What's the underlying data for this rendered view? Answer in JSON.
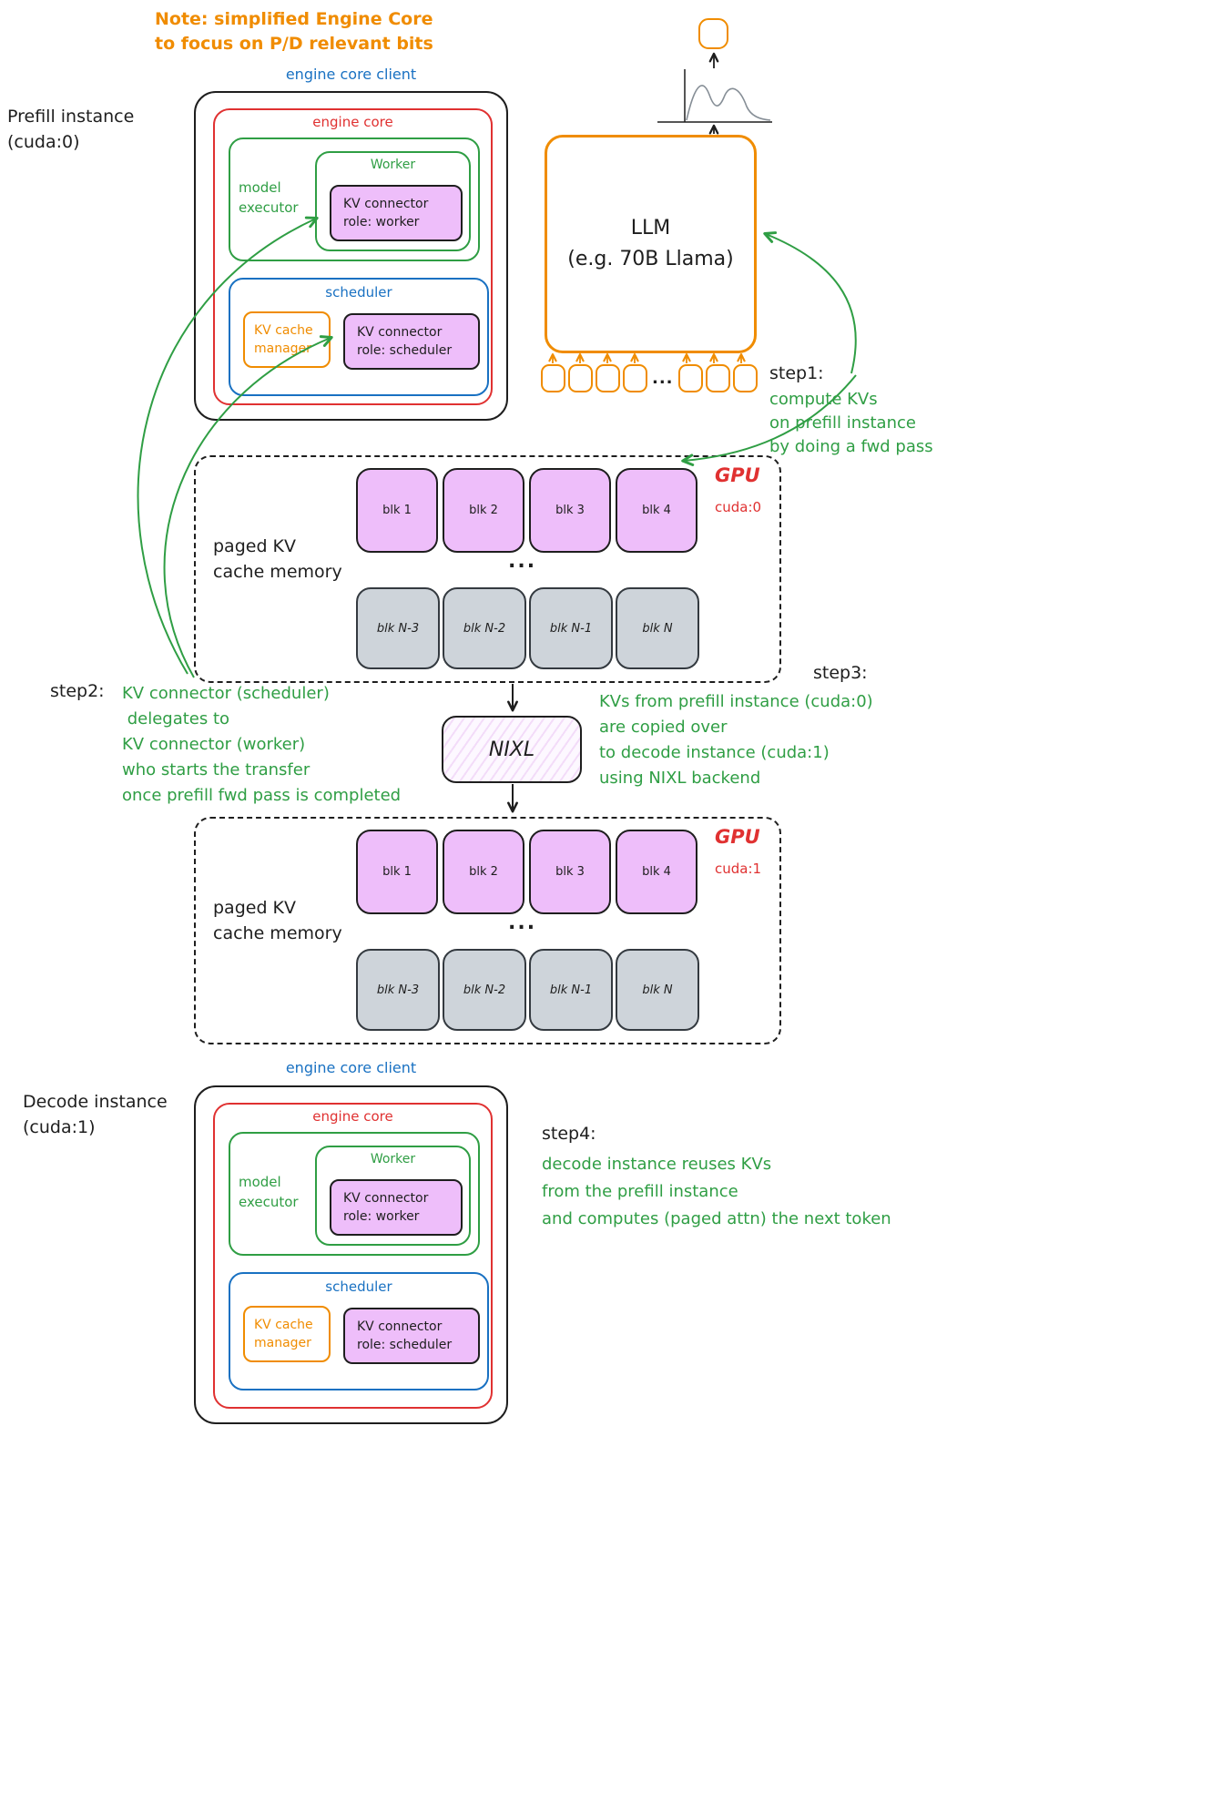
{
  "note": "Note: simplified Engine Core\nto focus on P/D relevant bits",
  "prefill": {
    "instance_label": "Prefill instance\n(cuda:0)",
    "engine_core_client": "engine core client",
    "engine_core": "engine core",
    "model_executor": "model\nexecutor",
    "worker": "Worker",
    "kv_connector_worker": "KV connector\nrole: worker",
    "scheduler": "scheduler",
    "kv_cache_manager": "KV cache\nmanager",
    "kv_connector_scheduler": "KV connector\nrole: scheduler"
  },
  "decode": {
    "instance_label": "Decode instance\n(cuda:1)",
    "engine_core_client": "engine core client",
    "engine_core": "engine core",
    "model_executor": "model\nexecutor",
    "worker": "Worker",
    "kv_connector_worker": "KV connector\nrole: worker",
    "scheduler": "scheduler",
    "kv_cache_manager": "KV cache\nmanager",
    "kv_connector_scheduler": "KV connector\nrole: scheduler"
  },
  "llm": {
    "label": "LLM\n(e.g. 70B Llama)",
    "tokens_ellipsis": "..."
  },
  "gpu0": {
    "name": "GPU",
    "device": "cuda:0",
    "memory_label": "paged KV\ncache memory",
    "ellipsis": "...",
    "hot_blocks": [
      "blk 1",
      "blk 2",
      "blk 3",
      "blk 4"
    ],
    "cold_blocks": [
      "blk N-3",
      "blk N-2",
      "blk N-1",
      "blk N"
    ]
  },
  "gpu1": {
    "name": "GPU",
    "device": "cuda:1",
    "memory_label": "paged KV\ncache memory",
    "ellipsis": "...",
    "hot_blocks": [
      "blk 1",
      "blk 2",
      "blk 3",
      "blk 4"
    ],
    "cold_blocks": [
      "blk N-3",
      "blk N-2",
      "blk N-1",
      "blk N"
    ]
  },
  "nixl": {
    "label": "NIXL"
  },
  "steps": {
    "step1": {
      "title": "step1:",
      "body": "compute KVs\non prefill instance\nby doing a fwd pass"
    },
    "step2": {
      "title": "step2:",
      "body": "KV connector (scheduler)\n delegates to\nKV connector (worker)\nwho starts the transfer\nonce prefill fwd pass is completed"
    },
    "step3": {
      "title": "step3:",
      "body": "KVs from prefill instance (cuda:0)\nare copied over\nto decode instance (cuda:1)\nusing NIXL backend"
    },
    "step4": {
      "title": "step4:",
      "body": "decode instance reuses KVs\nfrom the prefill instance\nand computes (paged attn) the next token"
    }
  },
  "colors": {
    "orange": "#f08c00",
    "red": "#e03131",
    "green": "#2f9e44",
    "blue": "#1971c2",
    "purple_fill": "#eebefa",
    "gray_fill": "#ced4da",
    "ink": "#1e1e1e"
  }
}
